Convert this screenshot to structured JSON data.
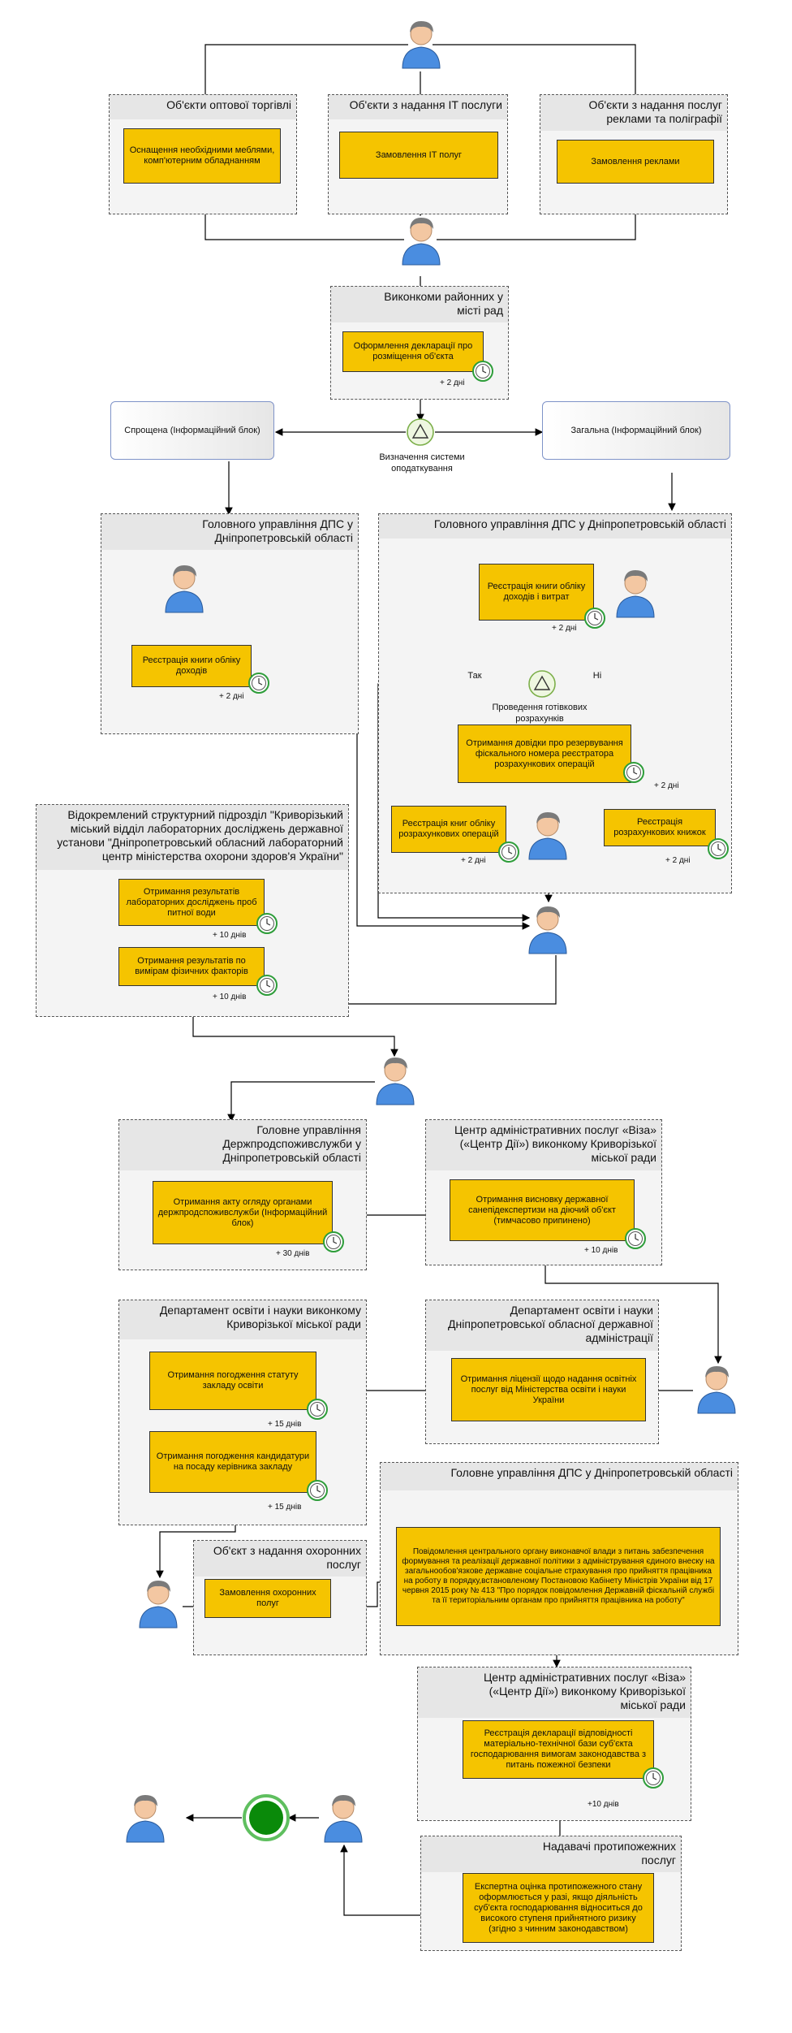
{
  "groups": {
    "wholesale": "Об'єкти оптової торгівлі",
    "it": "Об'єкти з надання IT послуги",
    "ads": "Об'єкти з надання послуг реклами та поліграфії",
    "executive": "Виконкоми районних у місті рад",
    "dps_left": "Головного управління ДПС у Дніпропетровській області",
    "dps_right": "Головного управління ДПС у Дніпропетровській області",
    "lab": "Відокремлений структурний підрозділ \"Криворізький міський відділ лабораторних досліджень державної установи \"Дніпропетровський обласний лабораторний центр міністерства охорони здоров'я України\"",
    "consumer": "Головне управління Держпродспоживслужби у Дніпропетровській області",
    "cnap1": "Центр адміністративних послуг «Віза» («Центр Дії») виконкому Криворізької міської ради",
    "edu_city": "Департамент освіти і науки виконкому Криворізької міської ради",
    "edu_region": "Департамент освіти і науки Дніпропетровської обласної державної адміністрації",
    "dps_bottom": "Головне управління ДПС у Дніпропетровській області",
    "security": "Об'єкт з надання охоронних послуг",
    "cnap2": "Центр адміністративних послуг «Віза» («Центр Дії») виконкому Криворізької міської ради",
    "fire": "Надавачі протипожежних послуг"
  },
  "tasks": {
    "furniture": "Оснащення необхідними меблями, комп'ютерним обладнанням",
    "it_order": "Замовлення IT полуг",
    "ads_order": "Замовлення реклами",
    "declaration": "Оформлення декларації про розміщення об'єкта",
    "book_income": "Реєстрація книги обліку доходів",
    "book_income_exp": "Реєстрація книги обліку доходів і витрат",
    "fiscal_number": "Отримання довідки про резервування фіскального номера реєстратора розрахункових операцій",
    "rro_books": "Реєстрація книг обліку розрахункових операцій",
    "receipt_books": "Реєстрація розрахункових книжок",
    "water": "Отримання результатів лабораторних досліджень проб питної води",
    "physical": "Отримання результатів по вимірам фізичних факторів",
    "inspection": "Отримання акту огляду органами держпродспоживслужби (Інформаційний блок)",
    "sanitary": "Отримання висновку державної санепідекспертизи на діючий об'єкт (тимчасово припинено)",
    "charter": "Отримання погодження статуту закладу освіти",
    "head": "Отримання погодження кандидатури на посаду керівника закладу",
    "license": "Отримання ліцензії щодо надання освітніх послуг від Міністерства освіти і науки України",
    "security_order": "Замовлення охоронних полуг",
    "notify": "Повідомлення центрального органу виконавчої влади з питань забезпечення формування та реалізації державної політики з адміністрування єдиного внеску на загальнообов'язкове державне соціальне страхування про прийняття працівника на роботу в порядку,встановленому Постановою Кабінету Міністрів України від 17 червня 2015 року № 413 \"Про порядок повідомлення Державній фіскальній службі та її територіальним органам про прийняття працівника на роботу\"",
    "fire_decl": "Реєстрація декларації відповідності матеріально-технічної бази суб'єкта господарювання вимогам законодавства з питань пожежної безпеки",
    "fire_expert": "Експертна оцінка протипожежного стану оформлюється у разі, якщо діяльність суб'єкта господарювання відноситься до високого ступеня прийнятного ризику (згідно з чинним законодавством)"
  },
  "info": {
    "simple": "Спрощена (Інформаційний блок)",
    "general": "Загальна (Інформаційний блок)"
  },
  "gateways": {
    "tax_system": "Визначення системи оподаткування",
    "cash": "Проведення готівкових розрахунків",
    "yes": "Так",
    "no": "Ні"
  },
  "durations": {
    "d_declaration": "+ 2 дні",
    "d_book_income": "+ 2 дні",
    "d_book_income_exp": "+ 2 дні",
    "d_fiscal": "+ 2 дні",
    "d_rro": "+ 2 дні",
    "d_receipt": "+ 2 дні",
    "d_water": "+ 10 днів",
    "d_physical": "+ 10 днів",
    "d_inspection": "+ 30 днів",
    "d_sanitary": "+ 10 днів",
    "d_charter": "+ 15 днів",
    "d_head": "+ 15 днів",
    "d_fire_decl": "+10 днів"
  },
  "colors": {
    "task": "#f5c400",
    "end_event": "#0a8a0a",
    "timer": "#2e9d3a"
  },
  "icons": [
    "user-icon",
    "timer-icon",
    "gateway-triangle-icon",
    "end-event-icon"
  ]
}
